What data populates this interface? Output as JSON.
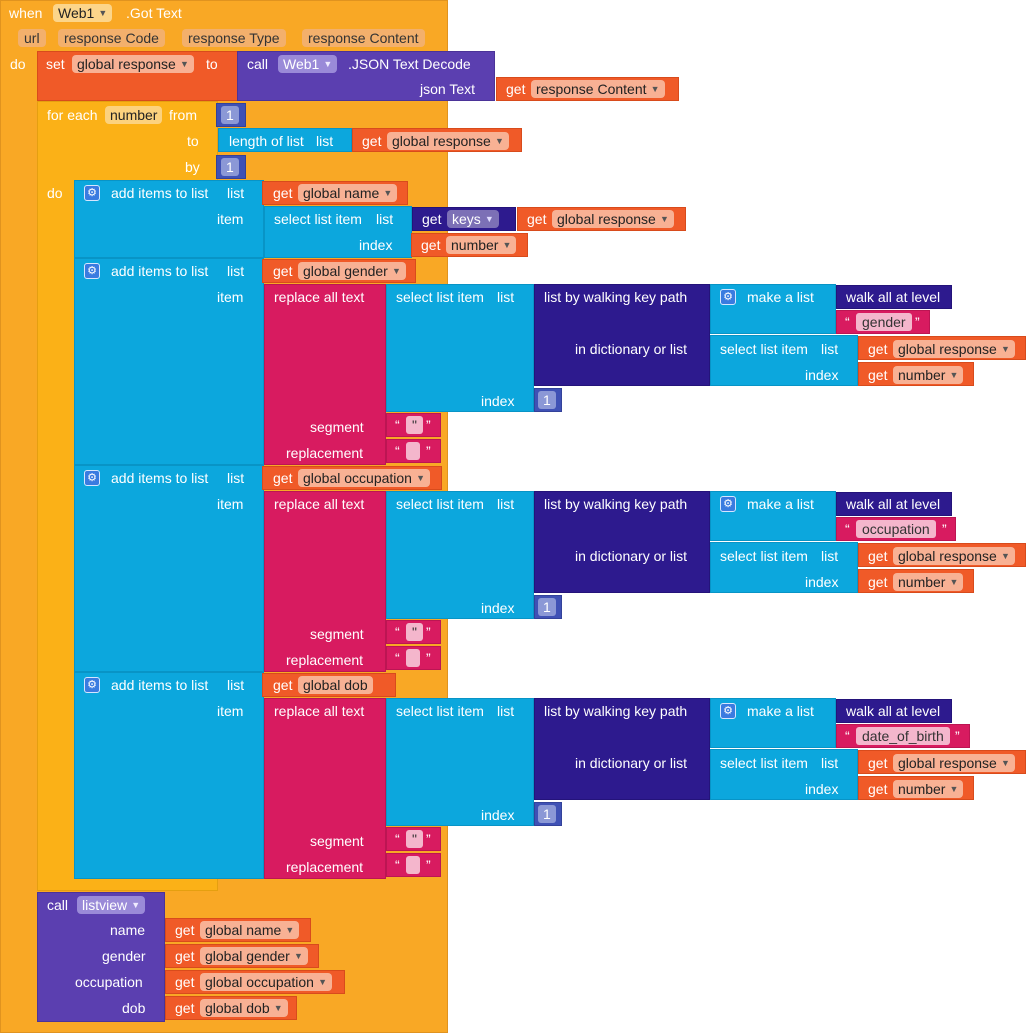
{
  "event": {
    "when": "when",
    "component": "Web1",
    "event_name": ".Got Text",
    "params": [
      "url",
      "response Code",
      "response Type",
      "response Content"
    ],
    "do": "do"
  },
  "set_block": {
    "set": "set",
    "var": "global response",
    "to": "to",
    "call": "call",
    "component": "Web1",
    "method": ".JSON Text Decode",
    "json_label": "json Text",
    "get": "get",
    "get_var": "response Content"
  },
  "for_each": {
    "label": "for each",
    "var": "number",
    "from": "from",
    "from_val": "1",
    "to": "to",
    "length_label": "length of list",
    "list_label": "list",
    "get": "get",
    "to_var": "global response",
    "by": "by",
    "by_val": "1",
    "do": "do"
  },
  "common": {
    "add_items": "add items to list",
    "list": "list",
    "item": "item",
    "get": "get",
    "select": "select list item",
    "index": "index",
    "replace_all": "replace all text",
    "walk": "list by walking key path",
    "make_list": "make a list",
    "walk_all": "walk all at level",
    "in_dict": "in dictionary or list",
    "segment": "segment",
    "replacement": "replacement",
    "one": "1",
    "quote_open": "“",
    "quote_close": "”",
    "seg_val": "\"",
    "global_response": "global response",
    "number": "number"
  },
  "add_name": {
    "target": "global name",
    "keys": "keys"
  },
  "add_gender": {
    "target": "global gender",
    "key": "gender"
  },
  "add_occupation": {
    "target": "global occupation",
    "key": "occupation"
  },
  "add_dob": {
    "target": "global dob",
    "key": "date_of_birth"
  },
  "call_listview": {
    "call": "call",
    "component": "listview",
    "args": [
      {
        "label": "name",
        "var": "global name"
      },
      {
        "label": "gender",
        "var": "global gender"
      },
      {
        "label": "occupation",
        "var": "global occupation"
      },
      {
        "label": "dob",
        "var": "global dob"
      }
    ]
  },
  "colors": {
    "event": "#f9a825",
    "control": "#fbb117",
    "variable": "#f05a28",
    "list": "#0ca7dd",
    "text": "#d81b60",
    "component": "#5b3fb0",
    "dictionary": "#2d1a8e",
    "math": "#3f51b5"
  }
}
